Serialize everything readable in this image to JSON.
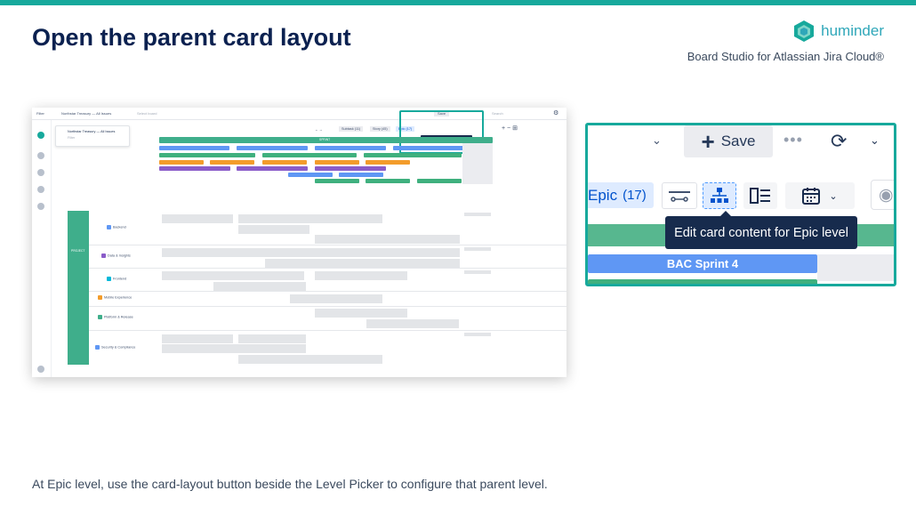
{
  "slide": {
    "title": "Open the parent card layout",
    "brand_name": "huminder",
    "brand_subtitle": "Board Studio for Atlassian Jira Cloud®",
    "caption": "At Epic level, use the card-layout button beside the Level Picker to configure that parent level."
  },
  "colors": {
    "accent": "#17a99c",
    "title": "#0b2150",
    "epic_chip": "#deebff",
    "tooltip": "#172b4d",
    "sprint_bar": "#5f97f4",
    "lane": "#3fae8b"
  },
  "screenshot": {
    "topbar": {
      "filter": "Filter",
      "board": "Northstar Treasury — All Issues",
      "select_board": "Select board",
      "save": "Save",
      "search": "Search"
    },
    "filter_card": {
      "title": "Northstar Treasury — All Issues",
      "sub": "Filter"
    },
    "toolbar": {
      "subtasks": "Subtask (11)",
      "story": "Story (45)",
      "epic": "Epic (17)"
    },
    "mini_tooltip": "Edit card content for Epic level",
    "swimlane": "PROJECT",
    "sprint_header": "SPRINT",
    "lanes": [
      "Backend",
      "Data & Insights",
      "Frontend",
      "Mobile Experience",
      "Platform & Release",
      "Security & Compliance"
    ]
  },
  "zoom": {
    "save_label": "Save",
    "epic_label": "Epic",
    "epic_count": "(17)",
    "tooltip": "Edit card content for Epic level",
    "sprint_label": "BAC Sprint 4",
    "icons": [
      "chevron-down-icon",
      "plus-icon",
      "more-icon",
      "refresh-icon",
      "chevron-down-icon",
      "connector-icon",
      "hierarchy-icon",
      "card-layout-icon",
      "calendar-icon",
      "eye-icon"
    ]
  }
}
